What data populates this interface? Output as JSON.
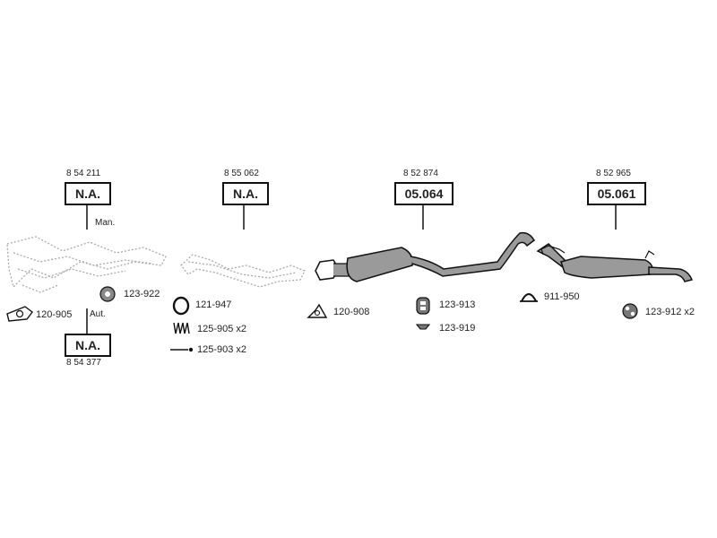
{
  "groups": [
    {
      "ref": "8 54 211",
      "code": "N.A.",
      "note": "Man."
    },
    {
      "ref": "8 55 062",
      "code": "N.A."
    },
    {
      "ref": "8 52 874",
      "code": "05.064"
    },
    {
      "ref": "8 52 965",
      "code": "05.061"
    },
    {
      "ref": "8 54 377",
      "code": "N.A.",
      "note": "Aut."
    }
  ],
  "parts": {
    "p120_905": "120-905",
    "p123_922": "123-922",
    "p121_947": "121-947",
    "p125_905": "125-905 x2",
    "p125_903": "125-903 x2",
    "p120_908": "120-908",
    "p123_913": "123-913",
    "p123_919": "123-919",
    "p911_950": "911-950",
    "p123_912": "123-912 x2"
  },
  "colors": {
    "line": "#111111",
    "part_fill": "#9a9a9a",
    "part_dark": "#555555",
    "ghost": "#aaaaaa"
  }
}
